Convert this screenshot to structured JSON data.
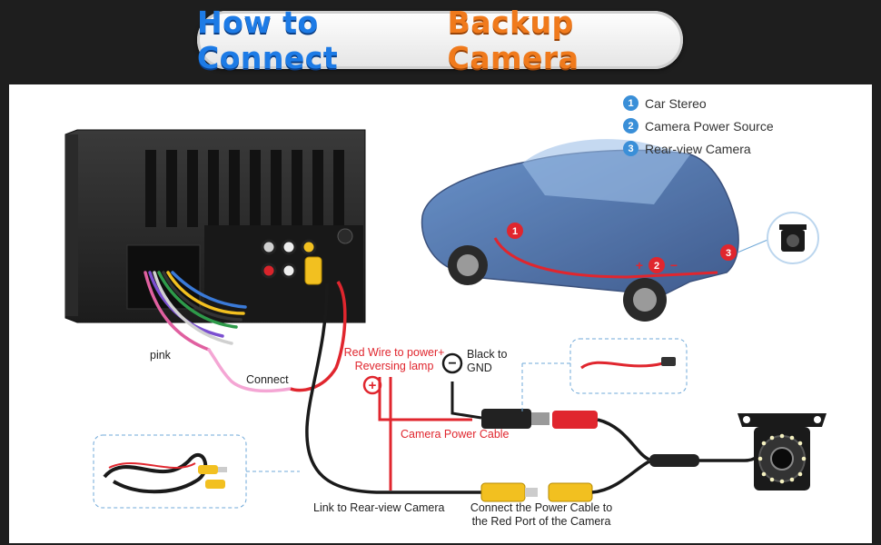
{
  "title": {
    "part1": "How to Connect",
    "part2": "Backup Camera"
  },
  "legend": [
    {
      "num": "1",
      "label": "Car Stereo"
    },
    {
      "num": "2",
      "label": "Camera Power Source"
    },
    {
      "num": "3",
      "label": "Rear-view Camera"
    }
  ],
  "car_markers": {
    "m1": "1",
    "m2": "2",
    "m3": "3",
    "plus": "+",
    "minus": "−"
  },
  "labels": {
    "pink": "pink",
    "connect": "Connect",
    "red_wire_line1": "Red Wire to power+",
    "red_wire_line2": "Reversing lamp",
    "black_line1": "Black to",
    "black_line2": "GND",
    "camera_power_cable": "Camera Power Cable",
    "link_rear": "Link to Rear-view Camera",
    "connect_power_line1": "Connect the Power Cable to",
    "connect_power_line2": "the Red Port of the Camera",
    "plus_symbol": "+",
    "minus_symbol": "−"
  },
  "colors": {
    "title_blue": "#1d7be6",
    "title_orange": "#f07a1c",
    "wire_red": "#e0262e",
    "wire_black": "#1a1a1a",
    "rca_yellow": "#f2c020",
    "legend_blue": "#3a8fd8",
    "callout_dash": "#6fa8d8"
  }
}
